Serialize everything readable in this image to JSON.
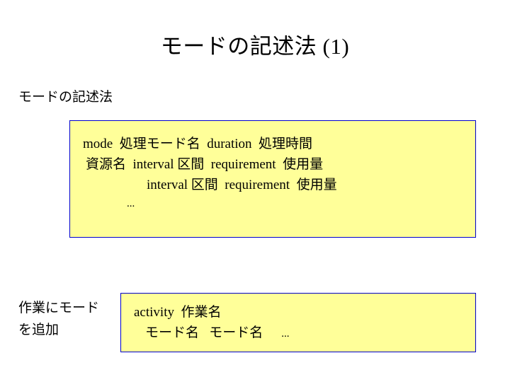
{
  "slide": {
    "title": "モードの記述法 (1)",
    "section_label": "モードの記述法",
    "syntax_box": {
      "line1": "mode  処理モード名  duration  処理時間",
      "line2": "資源名  interval 区間  requirement  使用量",
      "line3": "interval 区間  requirement  使用量",
      "line4": "..."
    },
    "left_note": {
      "line1": "作業にモード",
      "line2": "を追加"
    },
    "activity_box": {
      "line1": "activity  作業名",
      "line2": "モード名   モード名",
      "line2_dots": "..."
    },
    "colors": {
      "box_fill": "#ffff99",
      "box_border": "#0000cc",
      "text": "#000000",
      "background": "#ffffff"
    }
  }
}
